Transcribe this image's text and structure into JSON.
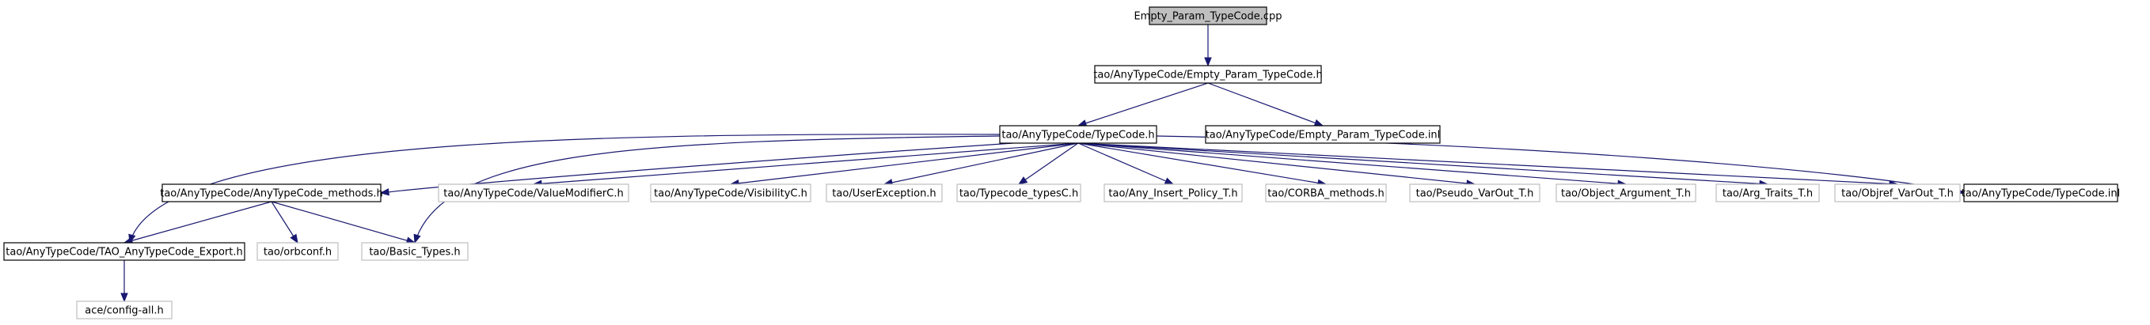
{
  "nodes": [
    {
      "id": "root",
      "label": "Empty_Param_TypeCode.cpp",
      "style": "root"
    },
    {
      "id": "ept_h",
      "label": "tao/AnyTypeCode/Empty_Param_TypeCode.h",
      "style": "documented"
    },
    {
      "id": "typecode_h",
      "label": "tao/AnyTypeCode/TypeCode.h",
      "style": "documented"
    },
    {
      "id": "ept_inl",
      "label": "tao/AnyTypeCode/Empty_Param_TypeCode.inl",
      "style": "documented"
    },
    {
      "id": "methods_h",
      "label": "tao/AnyTypeCode/AnyTypeCode_methods.h",
      "style": "documented"
    },
    {
      "id": "valuemod",
      "label": "tao/AnyTypeCode/ValueModifierC.h",
      "style": "external"
    },
    {
      "id": "visibility",
      "label": "tao/AnyTypeCode/VisibilityC.h",
      "style": "external"
    },
    {
      "id": "userexc",
      "label": "tao/UserException.h",
      "style": "external"
    },
    {
      "id": "typecode_types",
      "label": "tao/Typecode_typesC.h",
      "style": "external"
    },
    {
      "id": "any_insert",
      "label": "tao/Any_Insert_Policy_T.h",
      "style": "external"
    },
    {
      "id": "corba_methods",
      "label": "tao/CORBA_methods.h",
      "style": "external"
    },
    {
      "id": "pseudo_varout",
      "label": "tao/Pseudo_VarOut_T.h",
      "style": "external"
    },
    {
      "id": "object_arg",
      "label": "tao/Object_Argument_T.h",
      "style": "external"
    },
    {
      "id": "arg_traits",
      "label": "tao/Arg_Traits_T.h",
      "style": "external"
    },
    {
      "id": "objref_varout",
      "label": "tao/Objref_VarOut_T.h",
      "style": "external"
    },
    {
      "id": "typecode_inl",
      "label": "tao/AnyTypeCode/TypeCode.inl",
      "style": "documented"
    },
    {
      "id": "export_h",
      "label": "tao/AnyTypeCode/TAO_AnyTypeCode_Export.h",
      "style": "documented"
    },
    {
      "id": "orbconf",
      "label": "tao/orbconf.h",
      "style": "external"
    },
    {
      "id": "basic_types",
      "label": "tao/Basic_Types.h",
      "style": "external"
    },
    {
      "id": "config_all",
      "label": "ace/config-all.h",
      "style": "external"
    }
  ],
  "edges": [
    {
      "from": "root",
      "to": "ept_h"
    },
    {
      "from": "ept_h",
      "to": "typecode_h"
    },
    {
      "from": "ept_h",
      "to": "ept_inl"
    },
    {
      "from": "typecode_h",
      "to": "methods_h"
    },
    {
      "from": "typecode_h",
      "to": "valuemod"
    },
    {
      "from": "typecode_h",
      "to": "visibility"
    },
    {
      "from": "typecode_h",
      "to": "userexc"
    },
    {
      "from": "typecode_h",
      "to": "typecode_types"
    },
    {
      "from": "typecode_h",
      "to": "any_insert"
    },
    {
      "from": "typecode_h",
      "to": "corba_methods"
    },
    {
      "from": "typecode_h",
      "to": "pseudo_varout"
    },
    {
      "from": "typecode_h",
      "to": "object_arg"
    },
    {
      "from": "typecode_h",
      "to": "arg_traits"
    },
    {
      "from": "typecode_h",
      "to": "objref_varout"
    },
    {
      "from": "typecode_h",
      "to": "typecode_inl"
    },
    {
      "from": "typecode_h",
      "to": "export_h"
    },
    {
      "from": "typecode_h",
      "to": "basic_types"
    },
    {
      "from": "methods_h",
      "to": "export_h"
    },
    {
      "from": "methods_h",
      "to": "orbconf"
    },
    {
      "from": "methods_h",
      "to": "basic_types"
    },
    {
      "from": "export_h",
      "to": "config_all"
    }
  ],
  "colors": {
    "edge": "#191970",
    "root_fill": "#bfbfbf",
    "documented_border": "#000000",
    "external_border": "#bfbfbf",
    "text": "#000000"
  }
}
